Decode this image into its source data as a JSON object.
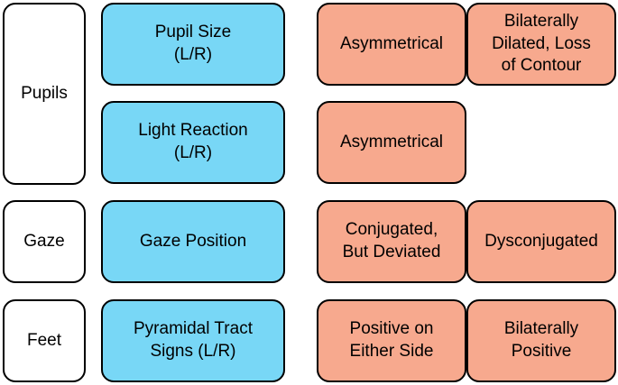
{
  "colors": {
    "category_fill": "#ffffff",
    "parameter_fill": "#78d7f6",
    "finding_fill": "#f7a98e",
    "border": "#000000"
  },
  "categories": {
    "pupils": "Pupils",
    "gaze": "Gaze",
    "feet": "Feet"
  },
  "parameters": {
    "pupil_size": "Pupil Size\n(L/R)",
    "light_reaction": "Light Reaction\n(L/R)",
    "gaze_position": "Gaze Position",
    "pyramidal_tract_signs": "Pyramidal Tract\nSigns (L/R)"
  },
  "findings": {
    "pupil_size_1": "Asymmetrical",
    "pupil_size_2": "Bilaterally\nDilated, Loss\nof Contour",
    "light_reaction_1": "Asymmetrical",
    "gaze_position_1": "Conjugated,\nBut Deviated",
    "gaze_position_2": "Dysconjugated",
    "pyramidal_1": "Positive on\nEither Side",
    "pyramidal_2": "Bilaterally\nPositive"
  }
}
